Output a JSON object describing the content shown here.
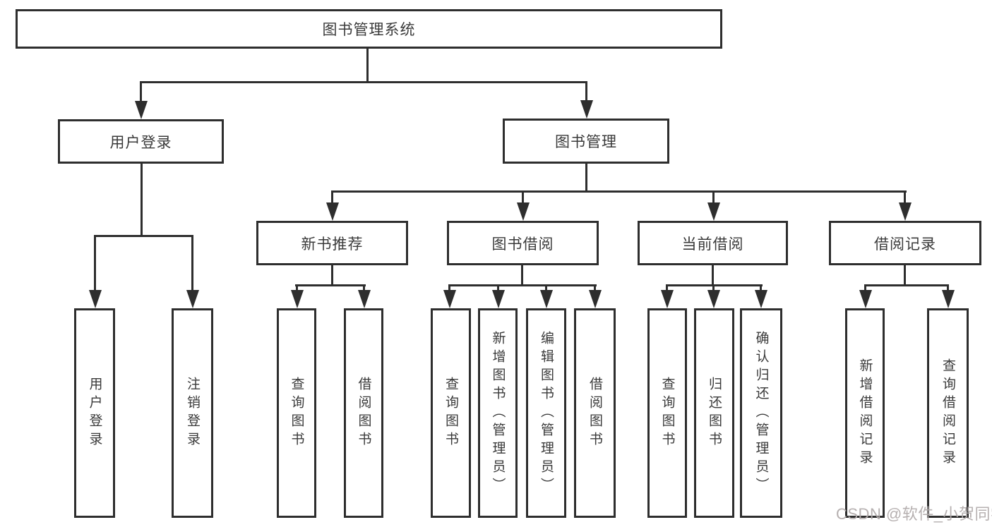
{
  "diagram_title": "图书管理系统",
  "hierarchy": {
    "root": "图书管理系统",
    "children": [
      {
        "label": "用户登录",
        "children": [
          "用户登录",
          "注销登录"
        ]
      },
      {
        "label": "图书管理",
        "children": [
          {
            "label": "新书推荐",
            "children": [
              "查询图书",
              "借阅图书"
            ]
          },
          {
            "label": "图书借阅",
            "children": [
              "查询图书",
              "新增图书（管理员）",
              "编辑图书（管理员）",
              "借阅图书"
            ]
          },
          {
            "label": "当前借阅",
            "children": [
              "查询图书",
              "归还图书",
              "确认归还（管理员）"
            ]
          },
          {
            "label": "借阅记录",
            "children": [
              "新增借阅记录",
              "查询借阅记录"
            ]
          }
        ]
      }
    ]
  },
  "watermark": {
    "text": "CSDN @软件_小贺同学"
  },
  "colors": {
    "line": "#2e2e2e",
    "box_border": "#2e2e2e",
    "text": "#3a3a3a",
    "watermark": "#b2acac",
    "background": "#ffffff"
  }
}
